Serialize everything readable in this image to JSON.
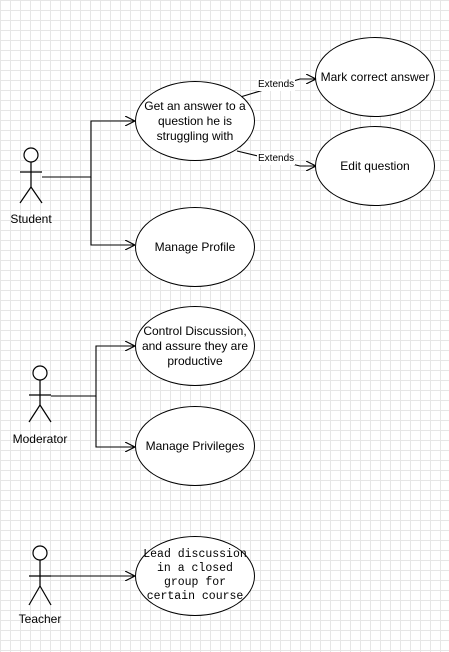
{
  "actors": [
    {
      "id": "student",
      "label": "Student"
    },
    {
      "id": "moderator",
      "label": "Moderator"
    },
    {
      "id": "teacher",
      "label": "Teacher"
    }
  ],
  "use_cases": [
    {
      "id": "get-answer",
      "label": "Get an answer to a question he is struggling with"
    },
    {
      "id": "mark-correct",
      "label": "Mark correct answer"
    },
    {
      "id": "edit-question",
      "label": "Edit question"
    },
    {
      "id": "manage-profile",
      "label": "Manage Profile"
    },
    {
      "id": "control-discussion",
      "label": "Control Discussion, and assure they are productive"
    },
    {
      "id": "manage-privileges",
      "label": "Manage Privileges"
    },
    {
      "id": "lead-discussion",
      "label": "Lead discussion in a closed group for certain course"
    }
  ],
  "relations": {
    "extends_label": "Extends"
  }
}
